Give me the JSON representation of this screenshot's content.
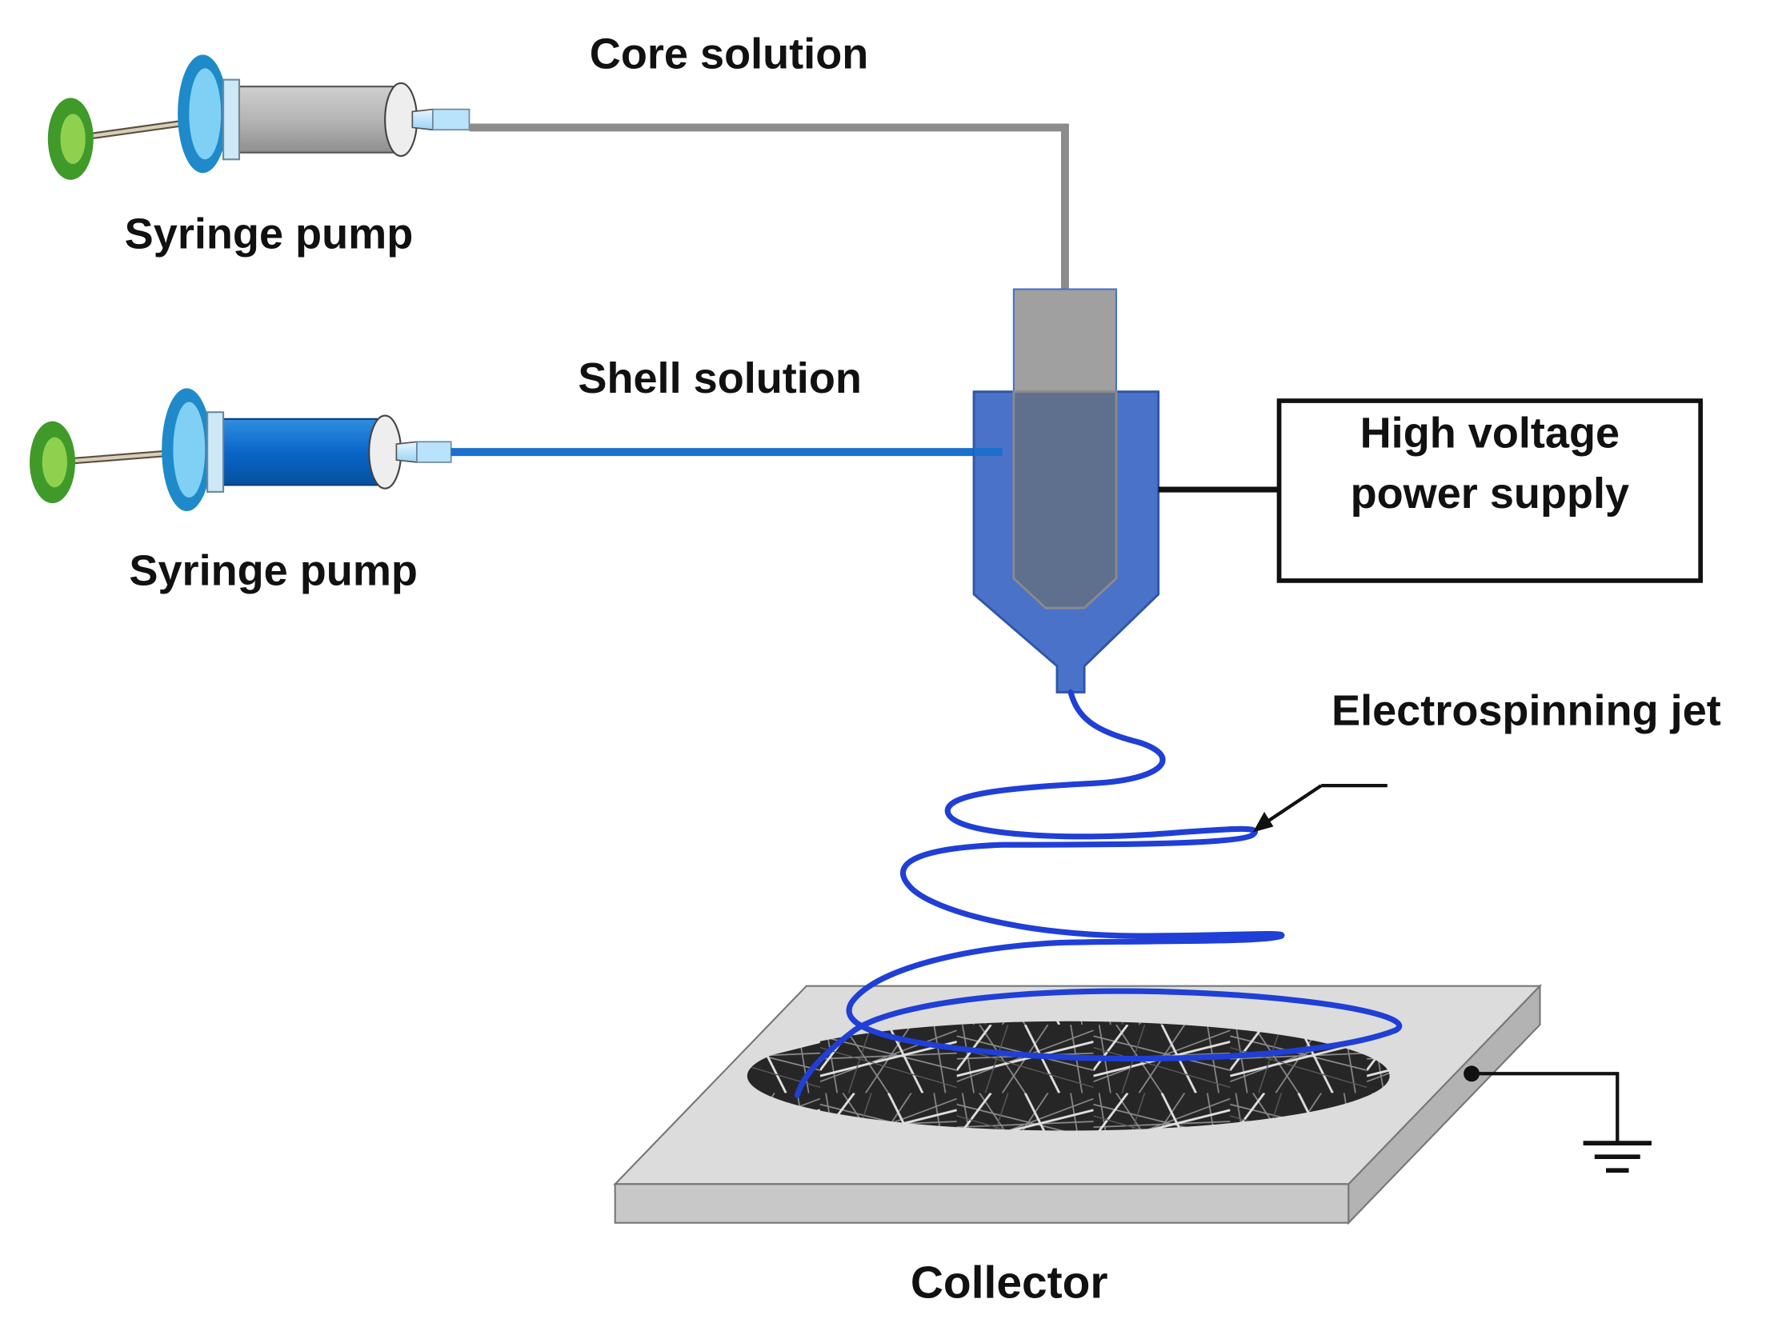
{
  "labels": {
    "core_solution": "Core solution",
    "shell_solution": "Shell solution",
    "syringe_pump_top": "Syringe pump",
    "syringe_pump_bottom": "Syringe pump",
    "power_supply_line1": "High voltage",
    "power_supply_line2": "power supply",
    "jet": "Electrospinning jet",
    "collector": "Collector"
  },
  "colors": {
    "core": "#9e9e9e",
    "shell": "#4472c4",
    "jet": "#1f3fd6",
    "syringe_flange": "#5bc0eb",
    "plunger_head": "#7ac143",
    "collector_top": "#d9d9d9",
    "fiber_mat": "#2a2a2a"
  },
  "icons": {
    "syringe": "syringe-icon",
    "ground": "ground-icon"
  }
}
